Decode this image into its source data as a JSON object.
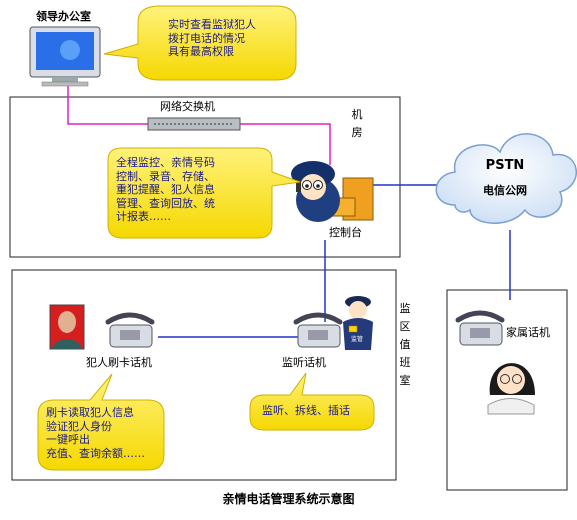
{
  "diagram": {
    "title": "亲情电话管理系统示意图",
    "nodes": {
      "leader_office": "领导办公室",
      "network_switch": "网络交换机",
      "machine_room": [
        "机",
        "房"
      ],
      "console": "控制台",
      "pstn": "PSTN",
      "telecom": "电信公网",
      "inmate_card_phone": "犯人刷卡话机",
      "monitor_phone": "监听话机",
      "monitor_area": [
        "监",
        "区",
        "值",
        "班",
        "室"
      ],
      "family_phone": "家属话机",
      "police_badge": "监管"
    },
    "callouts": {
      "leader": [
        "实时查看监狱犯人",
        "拨打电话的情况",
        "具有最高权限"
      ],
      "console": [
        "全程监控、亲情号码",
        "控制、录音、存储、",
        "重犯提醒、犯人信息",
        "管理、查询回放、统",
        "计报表……"
      ],
      "card_phone": [
        "刷卡读取犯人信息",
        "验证犯人身份",
        "一键呼出",
        "充值、查询余额……"
      ],
      "monitor": [
        "监听、拆线、插话"
      ]
    },
    "colors": {
      "line_magenta": "#e020c0",
      "line_blue": "#2233cc",
      "callout_fill": "#ffee33",
      "callout_text": "#1a1a8a"
    }
  }
}
